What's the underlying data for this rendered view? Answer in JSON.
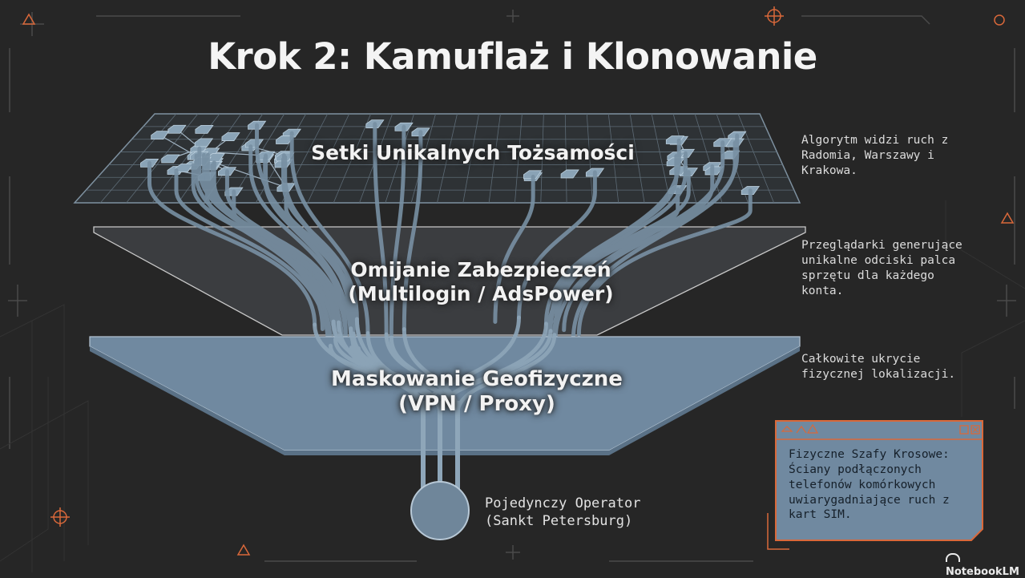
{
  "title": "Krok 2: Kamuflaż i Klonowanie",
  "layers": {
    "identities": "Setki Unikalnych Tożsamości",
    "bypass_line1": "Omijanie Zabezpieczeń",
    "bypass_line2": "(Multilogin / AdsPower)",
    "geo_line1": "Maskowanie Geofizyczne",
    "geo_line2": "(VPN / Proxy)"
  },
  "notes": {
    "identities": "Algorytm widzi ruch z\nRadomia, Warszawy i\nKrakowa.",
    "bypass": "Przeglądarki generujące\nunikalne odciski palca\nsprzętu dla każdego\nkonta.",
    "geo": "Całkowite ukrycie\nfizycznej lokalizacji."
  },
  "operator": "Pojedynczy Operator\n(Sankt Petersburg)",
  "callout": {
    "text": "Fizyczne Szafy Krosowe:\nŚciany podłączonych\ntelefonów komórkowych\nuwiarygadniające ruch z\nkart SIM."
  },
  "brand": "NotebookLM",
  "colors": {
    "background": "#262626",
    "layer_fill": "#6f8699",
    "accent": "#d9683a",
    "text": "#f4f4f4"
  }
}
